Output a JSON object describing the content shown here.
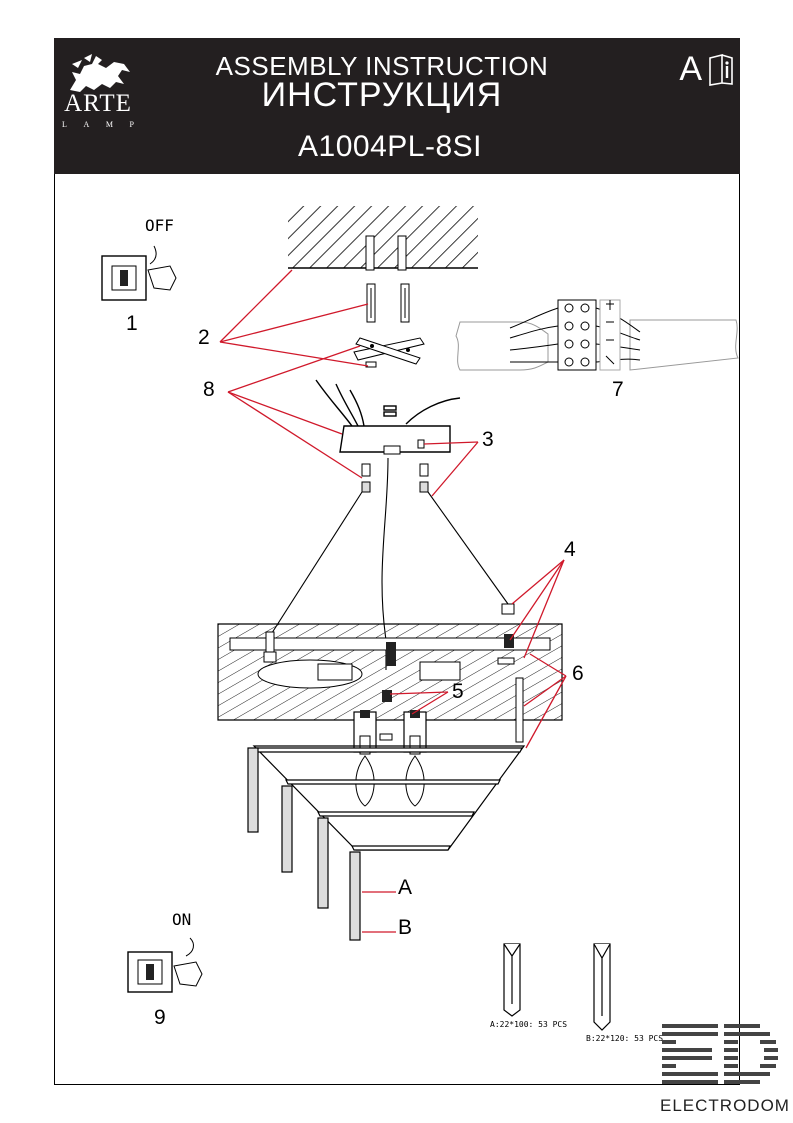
{
  "header": {
    "brand": "ARTE",
    "brand_sub": [
      "L",
      "A",
      "M",
      "P"
    ],
    "title_en": "ASSEMBLY INSTRUCTION",
    "title_ru": "ИНСТРУКЦИЯ",
    "model": "A1004PL-8SI",
    "lang_letter": "A"
  },
  "steps": {
    "switch_off_label": "OFF",
    "switch_off_num": "1",
    "switch_on_label": "ON",
    "switch_on_num": "9"
  },
  "callouts": {
    "c2": "2",
    "c3": "3",
    "c4": "4",
    "c5": "5",
    "c6": "6",
    "c7": "7",
    "c8": "8",
    "ca": "A",
    "cb": "B"
  },
  "crystals": {
    "a_spec": "A:22*100: 53 PCS",
    "b_spec": "B:22*120: 53 PCS"
  },
  "watermark": {
    "text": "ELECTRODOM"
  },
  "colors": {
    "header_bg": "#231f20",
    "callout_line": "#d0192b",
    "ink": "#000000"
  }
}
